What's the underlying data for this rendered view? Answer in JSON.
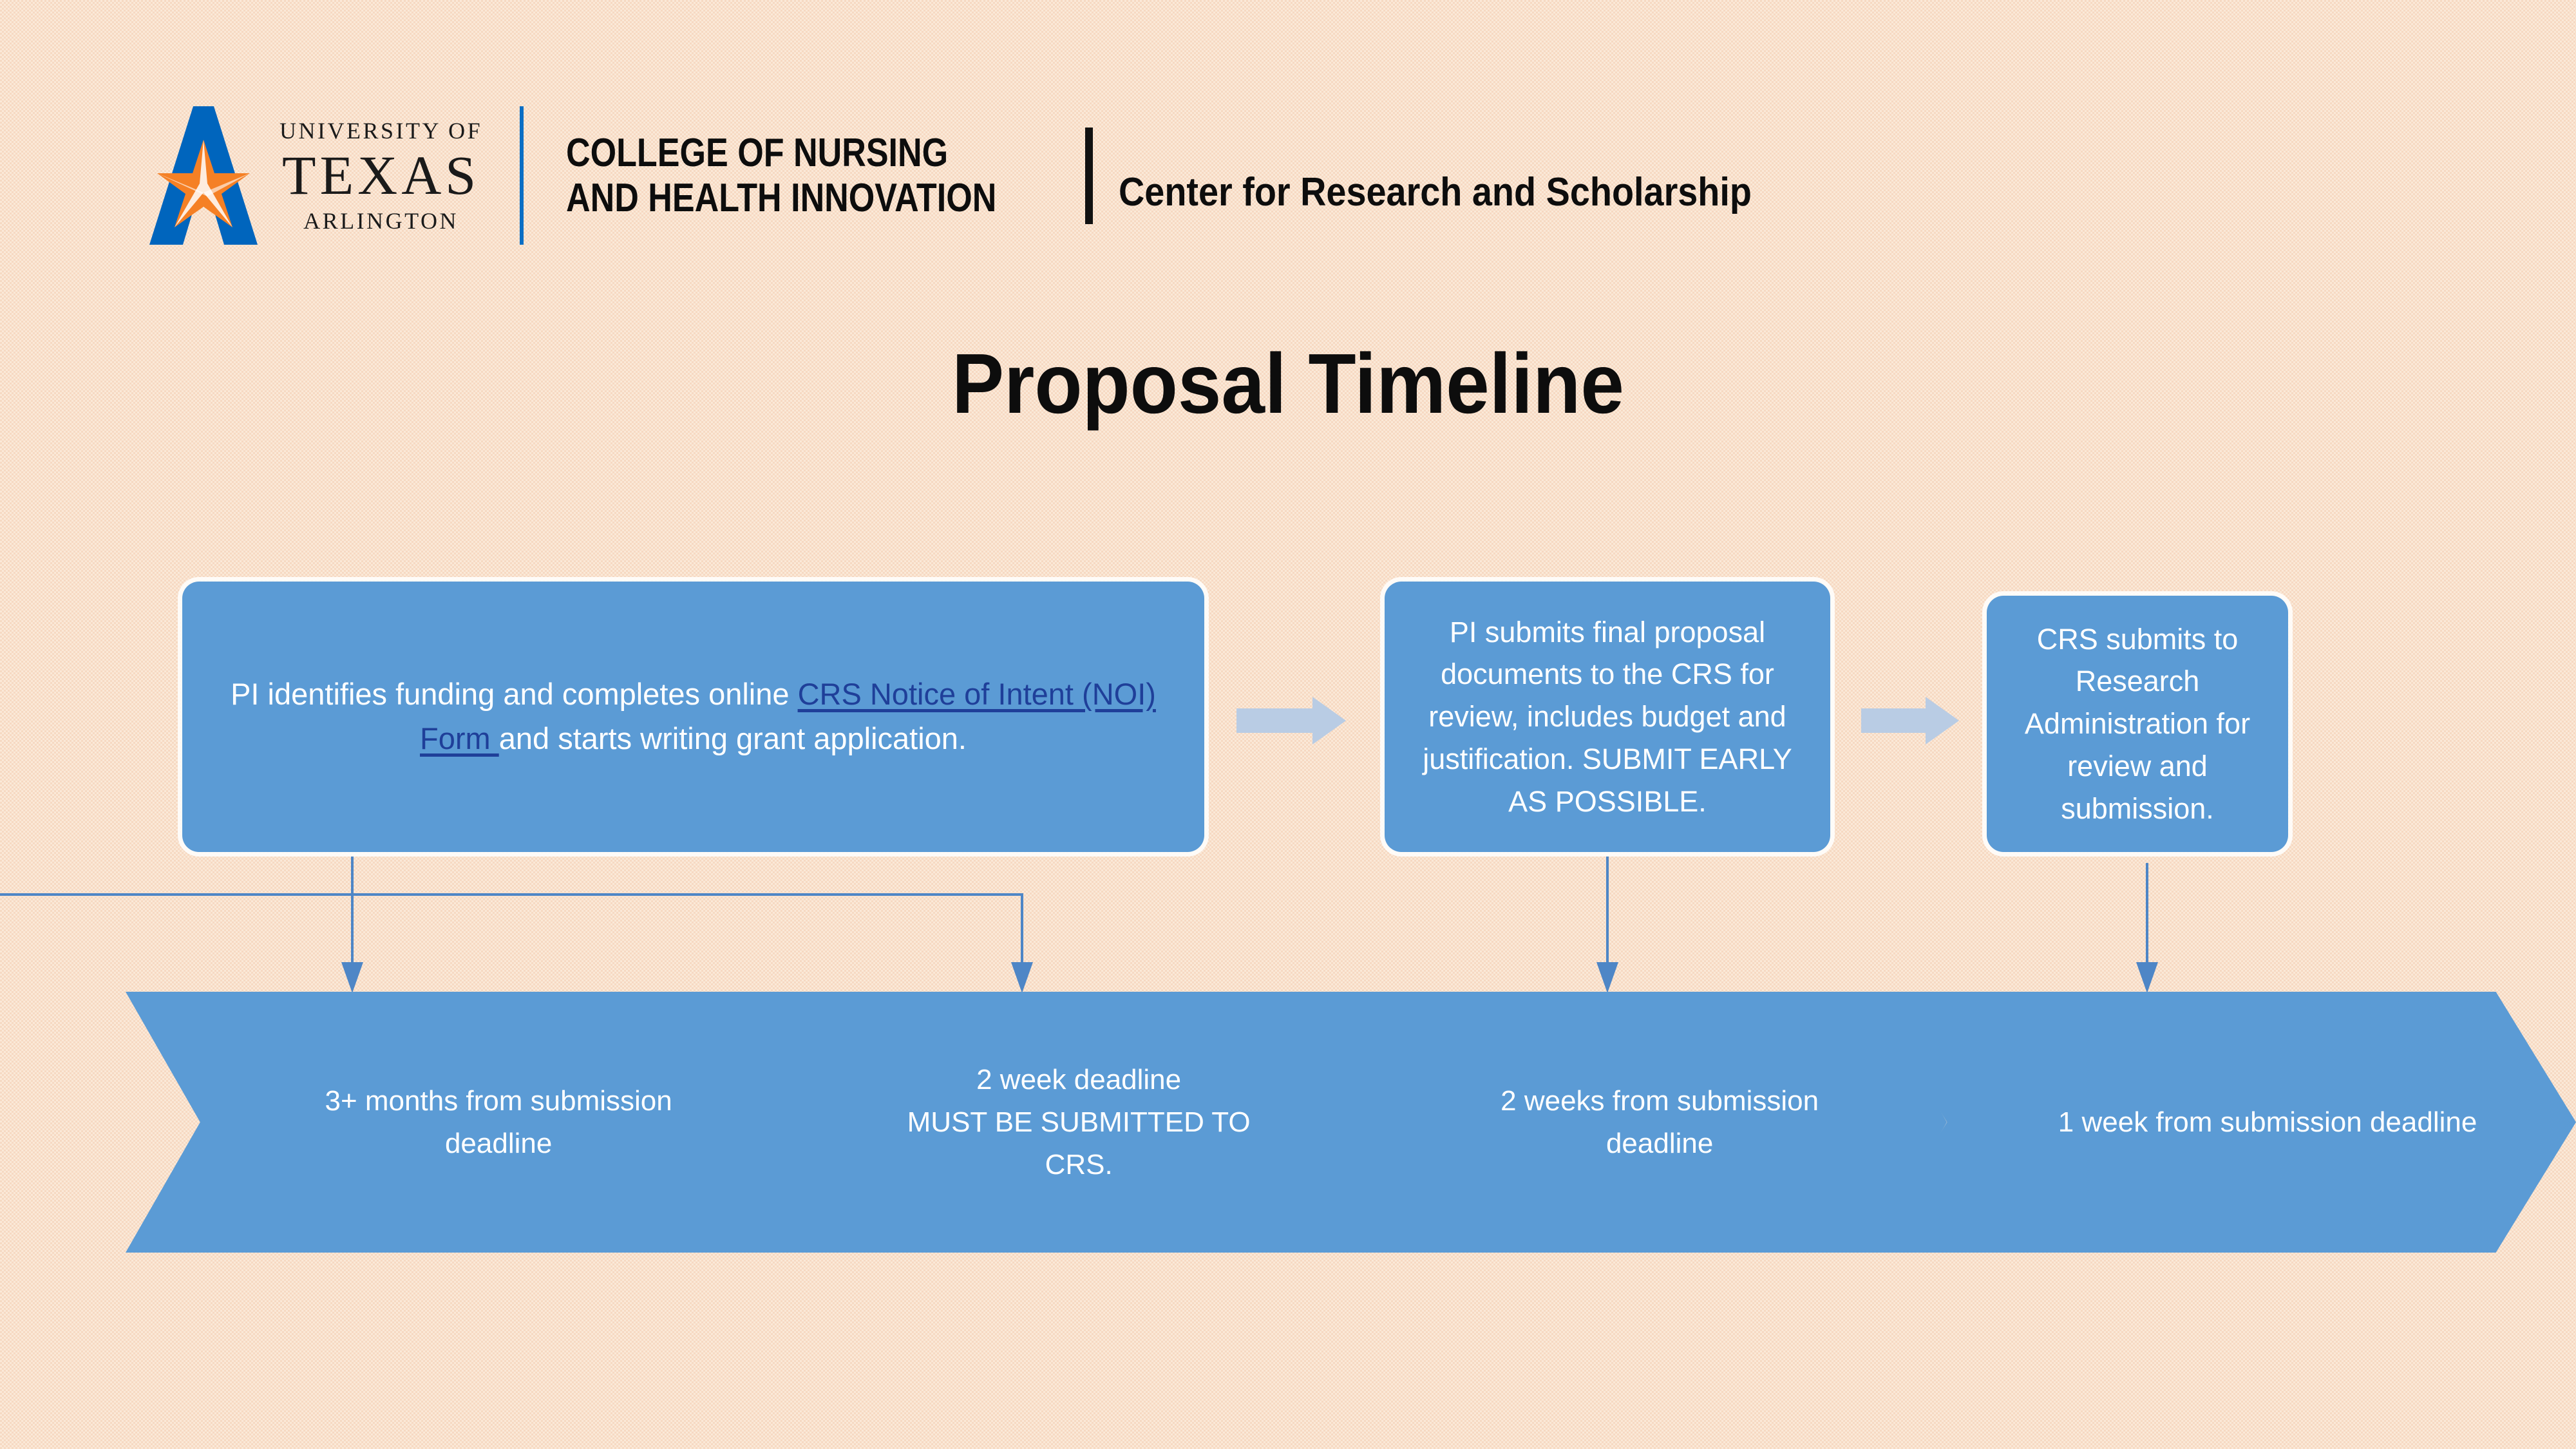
{
  "header": {
    "university_line1": "UNIVERSITY OF",
    "university_line2": "TEXAS",
    "university_line3": "ARLINGTON",
    "college_line1": "COLLEGE OF NURSING",
    "college_line2": "AND HEALTH INNOVATION",
    "center_name": "Center for Research and Scholarship",
    "logo_blue": "#0065BD",
    "logo_orange": "#F58025"
  },
  "title": "Proposal Timeline",
  "process_boxes": [
    {
      "id": "box1",
      "text_before_link": "PI identifies funding and completes online ",
      "link_text": "CRS Notice of Intent (NOI) Form ",
      "text_after_link": "and starts writing grant application."
    },
    {
      "id": "box2",
      "text": "PI submits final proposal documents to the CRS for review, includes budget and justification.  SUBMIT EARLY AS POSSIBLE."
    },
    {
      "id": "box3",
      "text": "CRS submits to Research Administration for review and submission."
    }
  ],
  "timeline_chevrons": [
    {
      "id": "chev1",
      "line1": "3+ months from submission deadline",
      "line2": ""
    },
    {
      "id": "chev2",
      "line1": "2 week deadline",
      "line2": "MUST BE SUBMITTED TO CRS."
    },
    {
      "id": "chev3",
      "line1": "2 weeks from submission deadline",
      "line2": ""
    },
    {
      "id": "chev4",
      "line1": "1 week from submission deadline",
      "line2": ""
    }
  ],
  "connectors": {
    "arrow_fill": "#b9cce4",
    "line_color": "#4e86c6"
  },
  "colors": {
    "box_blue": "#5B9BD5",
    "background": "#fbe9d8",
    "link_blue": "#1F3F99"
  }
}
